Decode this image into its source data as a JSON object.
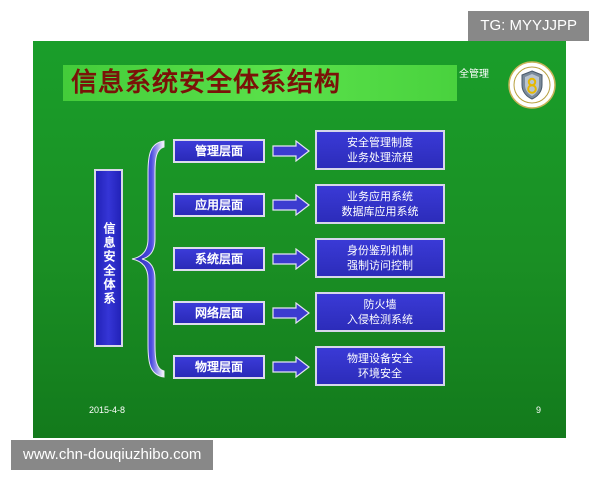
{
  "watermarks": {
    "top": "TG: MYYJJPP",
    "bottom": "www.chn-douqiuzhibo.com"
  },
  "slide": {
    "title": "信息系统安全体系结构",
    "corner_text": "全管理",
    "logo_icon": "shield-emblem-icon",
    "root_label": "信息安全体系",
    "layers": [
      {
        "label": "管理层面",
        "line1": "安全管理制度",
        "line2": "业务处理流程"
      },
      {
        "label": "应用层面",
        "line1": "业务应用系统",
        "line2": "数据库应用系统"
      },
      {
        "label": "系统层面",
        "line1": "身份鉴别机制",
        "line2": "强制访问控制"
      },
      {
        "label": "网络层面",
        "line1": "防火墙",
        "line2": "入侵检测系统"
      },
      {
        "label": "物理层面",
        "line1": "物理设备安全",
        "line2": "环境安全"
      }
    ],
    "footer_date": "2015-4-8",
    "page_number": "9"
  },
  "colors": {
    "slide_green": "#1a9e2a",
    "title_bar": "#4fd641",
    "title_text": "#7a1208",
    "box_blue": "#2e2ec4",
    "box_border": "#dcdcec"
  }
}
